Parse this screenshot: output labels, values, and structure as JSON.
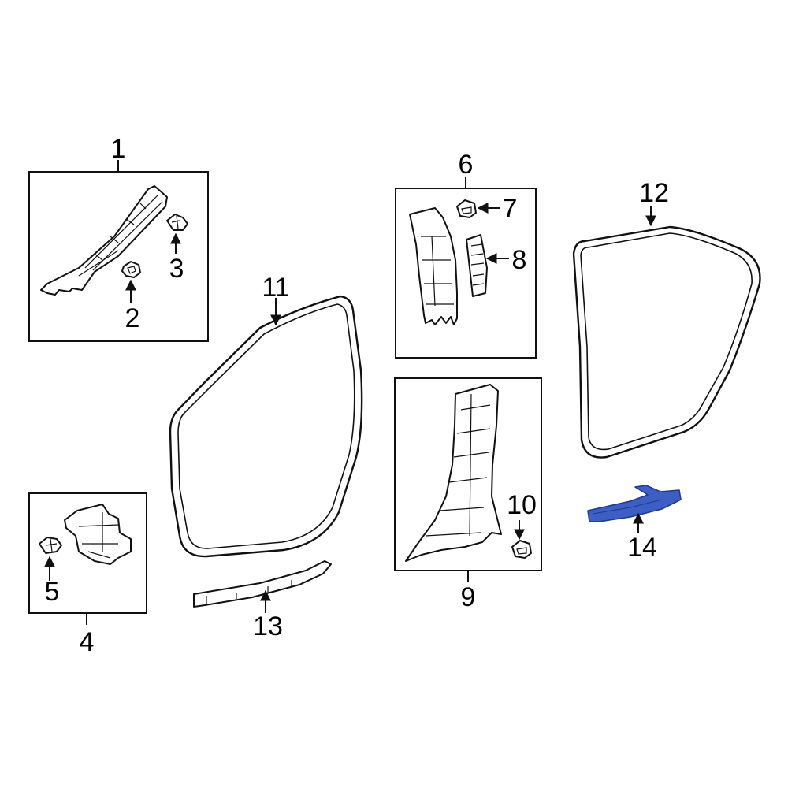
{
  "callouts": {
    "c1": "1",
    "c2": "2",
    "c3": "3",
    "c4": "4",
    "c5": "5",
    "c6": "6",
    "c7": "7",
    "c8": "8",
    "c9": "9",
    "c10": "10",
    "c11": "11",
    "c12": "12",
    "c13": "13",
    "c14": "14"
  },
  "highlighted_part": "14",
  "colors": {
    "line": "#111111",
    "highlight_fill": "#3d5fc4",
    "highlight_stroke": "#1f3a8a",
    "background": "#ffffff"
  }
}
